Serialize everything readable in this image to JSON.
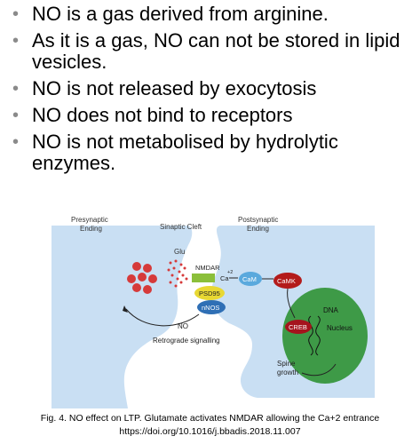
{
  "bullets": [
    "NO is a gas derived from arginine.",
    "As it is a gas, NO can not be stored in lipid vesicles.",
    "NO is not released by exocytosis",
    "NO does not bind to receptors",
    "NO is not metabolised by hydrolytic enzymes."
  ],
  "bullet_glyph": "•",
  "figure": {
    "presynaptic": [
      "Presynaptic",
      "Ending"
    ],
    "synaptic_cleft": "Sinaptic Cleft",
    "postsynaptic": [
      "Postsynaptic",
      "Ending"
    ],
    "glu": "Glu",
    "nmdar": "NMDAR",
    "ca": "Ca",
    "ca_charge": "+2",
    "cam": "CaM",
    "camk": "CaMK",
    "psd95": "PSD95",
    "nnos": "nNOS",
    "no": "NO",
    "retrograde": "Retrograde signalling",
    "dna": "DNA",
    "creb": "CREB",
    "nucleus": "Nucleus",
    "spine_growth": [
      "Spine",
      "growth"
    ],
    "colors": {
      "background": "#c9dff3",
      "cam": "#5aa9dd",
      "camk": "#b31b1b",
      "psd95": "#e8d833",
      "nmdar": "#8bbf3a",
      "nnos": "#2f6fb5",
      "creb": "#a5141d",
      "nucleus": "#3e9a47",
      "vesicle": "#d63a3a"
    }
  },
  "caption": {
    "line1": "Fig. 4. NO effect on LTP. Glutamate activates NMDAR allowing the Ca+2 entrance",
    "line2": "https://doi.org/10.1016/j.bbadis.2018.11.007"
  }
}
